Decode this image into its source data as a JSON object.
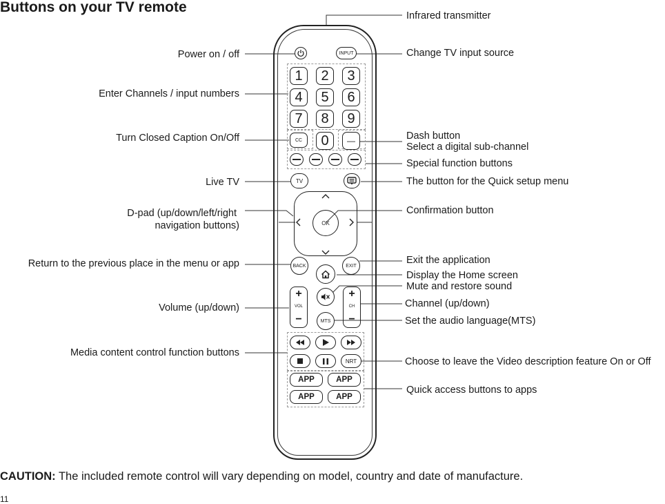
{
  "title": "Buttons on your TV remote",
  "labels_left": {
    "power": "Power on / off",
    "numbers": "Enter Channels / input numbers",
    "cc": "Turn Closed Caption On/Off",
    "live_tv": "Live TV",
    "dpad_line1": "D-pad (up/down/left/right",
    "dpad_line2": "navigation buttons)",
    "back": "Return to the previous place in the menu or app",
    "volume": "Volume (up/down)",
    "media": "Media content control function buttons"
  },
  "labels_right": {
    "infrared": "Infrared transmitter",
    "input": "Change TV input source",
    "dash_line1": "Dash button",
    "dash_line2": "Select a digital sub-channel",
    "special": "Special function buttons",
    "quick_setup": "The button for the Quick setup menu",
    "confirm": "Confirmation button",
    "exit": "Exit the application",
    "home": "Display the Home screen",
    "mute": "Mute and restore sound",
    "channel": "Channel (up/down)",
    "mts": "Set the audio language(MTS)",
    "nrt": "Choose to leave the Video description feature On or Off",
    "apps": "Quick access buttons to apps"
  },
  "remote": {
    "input_label": "INPUT",
    "digits": [
      "1",
      "2",
      "3",
      "4",
      "5",
      "6",
      "7",
      "8",
      "9",
      "0"
    ],
    "cc_label": "CC",
    "dash_label": "—",
    "tv_label": "TV",
    "ok_label": "OK",
    "back_label": "BACK",
    "exit_label": "EXIT",
    "vol_label": "VOL",
    "ch_label": "CH",
    "mts_label": "MTS",
    "nrt_label": "NRT",
    "app_label": "APP",
    "plus": "+",
    "minus": "−",
    "icons": {
      "power": "power-icon",
      "quick_setup": "menu-icon",
      "home": "home-icon",
      "mute": "mute-icon",
      "rewind": "rewind-icon",
      "play": "play-icon",
      "fast_forward": "fast-forward-icon",
      "stop": "stop-icon",
      "pause": "pause-icon"
    }
  },
  "caution_bold": "CAUTION:",
  "caution_text": " The included remote control will vary depending on model, country and date of manufacture.",
  "page_number": "11"
}
